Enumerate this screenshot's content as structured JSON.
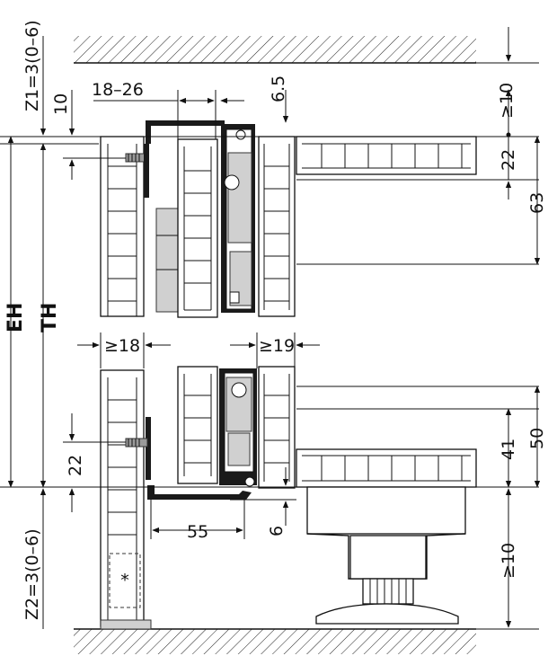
{
  "labels": {
    "z1": "Z1=3(0–6)",
    "z2": "Z2=3(0–6)",
    "eh": "EH",
    "th": "TH",
    "top_gap": "10",
    "range_top": "18–26",
    "top_offset": "6.5",
    "min_top_clear": "≥10",
    "d22_top_right": "22",
    "d63": "63",
    "min18": "≥18",
    "min19": "≥19",
    "d22_bottom_left": "22",
    "d41": "41",
    "d50": "50",
    "d55": "55",
    "d6": "6",
    "min_bottom_clear": "≥10",
    "asterisk": "*"
  }
}
